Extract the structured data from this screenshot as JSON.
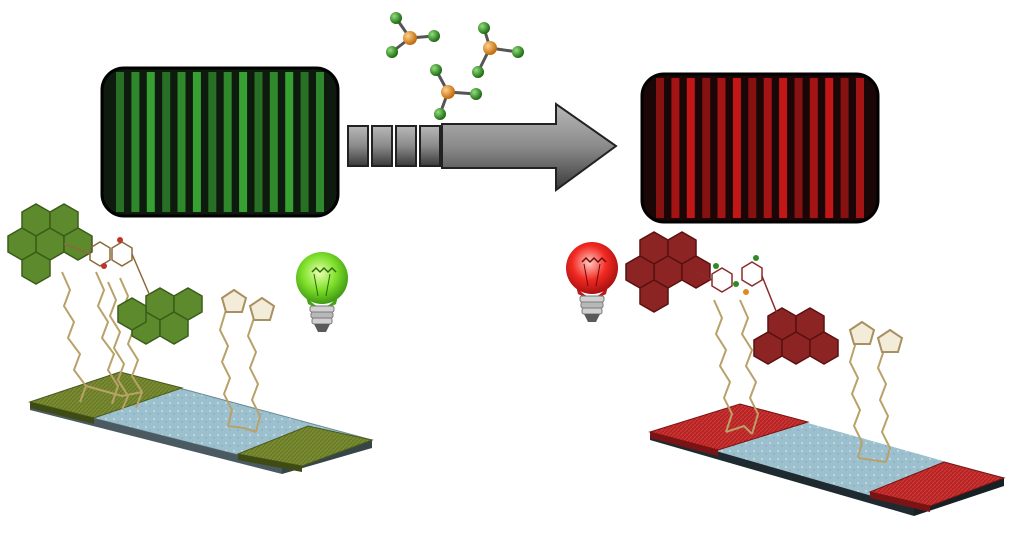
{
  "figure": {
    "panels": [
      {
        "id": "before",
        "state": "green fluorescence",
        "color": "#3fb83a",
        "bulb_color": "#6fe02a",
        "surface_color": "#6b7d2a",
        "aromatic_color": "#5c8a2c"
      },
      {
        "id": "after",
        "state": "red fluorescence",
        "color": "#e01b1b",
        "bulb_color": "#f02828",
        "surface_color": "#b32020",
        "aromatic_color": "#8c2424"
      }
    ],
    "arrow": {
      "icon": "right-arrow-icon",
      "color": "#8a8a8a"
    },
    "analyte": {
      "icon": "tetrahedral-molecule-icon",
      "count": 3,
      "center_color": "#e08a1e",
      "ligand_color": "#2f8a22"
    },
    "substrate_color": "#8fb4c4"
  }
}
